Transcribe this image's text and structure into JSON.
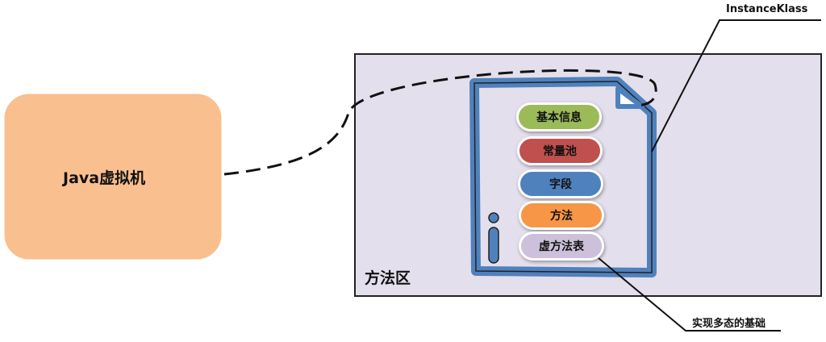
{
  "jvm": {
    "label": "Java虚拟机"
  },
  "method_area": {
    "label": "方法区"
  },
  "instance_klass": {
    "label": "InstanceKlass"
  },
  "fields": [
    {
      "label": "基本信息",
      "color": "#9bbb59"
    },
    {
      "label": "常量池",
      "color": "#c0504d"
    },
    {
      "label": "字段",
      "color": "#4f81bd"
    },
    {
      "label": "方法",
      "color": "#f79646"
    },
    {
      "label": "虚方法表",
      "color": "#ccc0da"
    }
  ],
  "vtable_note": {
    "label": "实现多态的基础"
  },
  "colors": {
    "jvm_fill": "#f9bf8f",
    "area_fill": "#e4dfec",
    "doc_stroke": "#4f81bd"
  }
}
